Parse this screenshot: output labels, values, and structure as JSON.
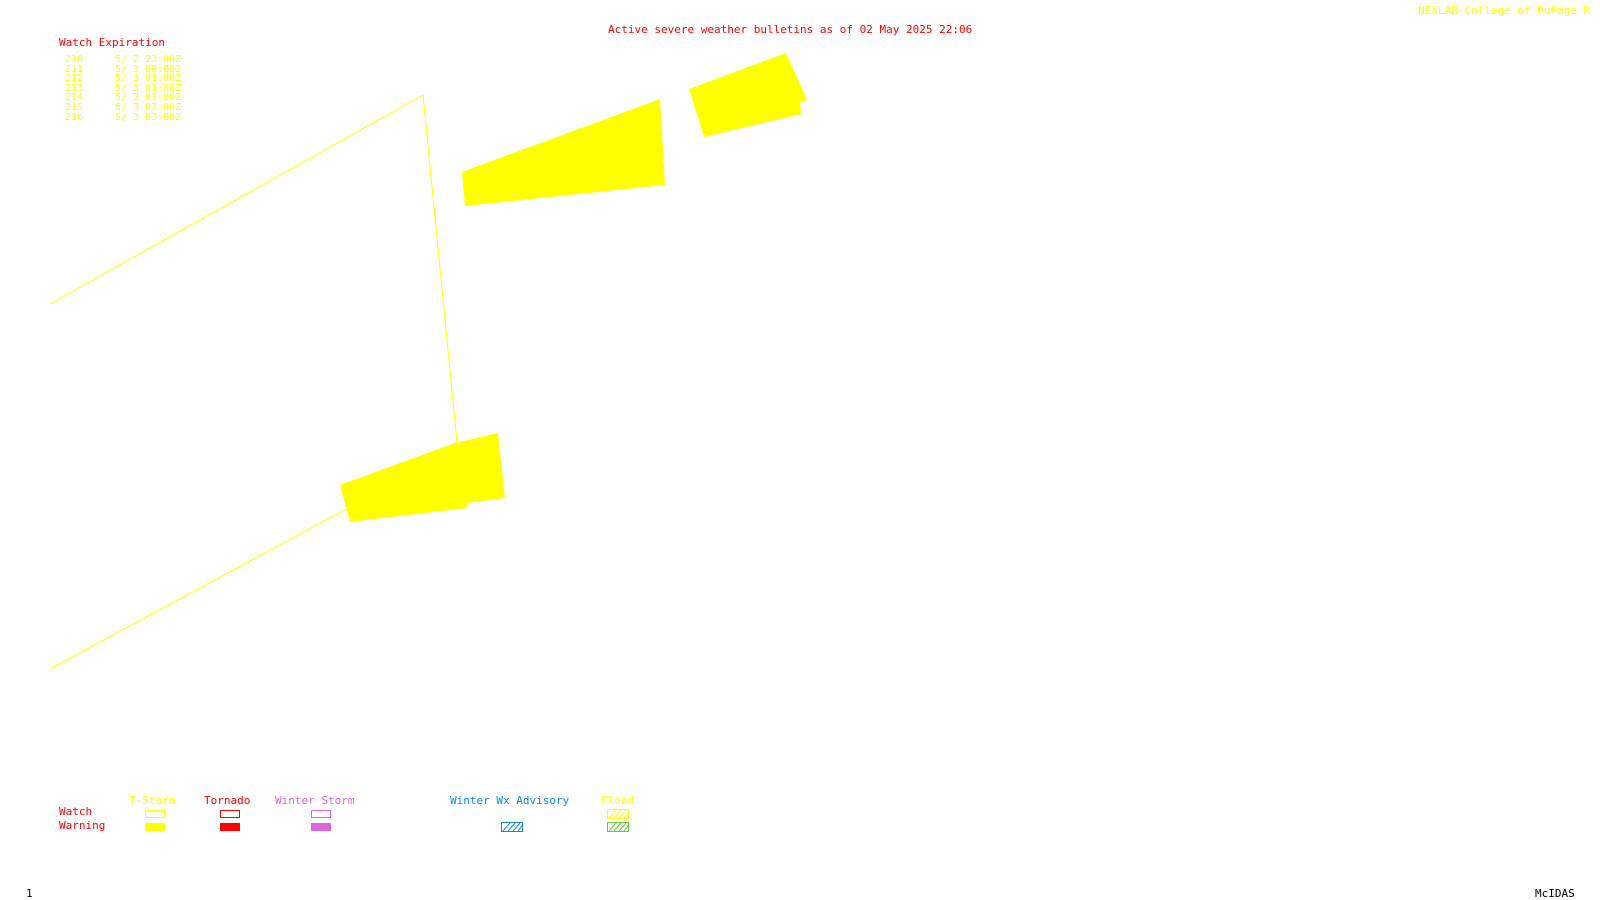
{
  "header": {
    "bulletin_title": "Active severe weather bulletins as of 02 May 2025 22:06",
    "credit": "NEXLAB-College of DuPage R"
  },
  "watch_expiration": {
    "heading": "Watch Expiration",
    "rows": [
      {
        "number": "210",
        "expires": "5/ 2 23:00Z"
      },
      {
        "number": "211",
        "expires": "5/ 3 00:00Z"
      },
      {
        "number": "212",
        "expires": "5/ 3 01:00Z"
      },
      {
        "number": "213",
        "expires": "5/ 3 01:00Z"
      },
      {
        "number": "214",
        "expires": "5/ 3 01:00Z"
      },
      {
        "number": "215",
        "expires": "5/ 3 03:00Z"
      },
      {
        "number": "216",
        "expires": "5/ 3 03:00Z"
      }
    ]
  },
  "legend": {
    "row_labels": {
      "watch": "Watch",
      "warning": "Warning"
    },
    "categories": [
      {
        "key": "tstorm",
        "label": "T-Storm",
        "color": "#ffff00",
        "watch_style": "outline",
        "warning_style": "solid"
      },
      {
        "key": "tornado",
        "label": "Tornado",
        "color": "#ff0000",
        "watch_style": "outline",
        "warning_style": "solid"
      },
      {
        "key": "winter_storm",
        "label": "Winter Storm",
        "color": "#dd66dd",
        "watch_style": "outline",
        "warning_style": "solid"
      },
      {
        "key": "winter_wx_advisory",
        "label": "Winter Wx Advisory",
        "color": "#1188dd",
        "watch_style": "none",
        "warning_style": "hatched"
      },
      {
        "key": "flood",
        "label": "Flood",
        "color": "#66cc33",
        "watch_style": "hatched",
        "warning_style": "hatched",
        "watch_color": "#ffff00"
      }
    ]
  },
  "footer": {
    "frame_number": "1",
    "software": "McIDAS"
  },
  "colors": {
    "title_red": "#ff0000",
    "watch_yellow": "#ffff00",
    "background": "#ffffff",
    "text_dark": "#000000"
  }
}
